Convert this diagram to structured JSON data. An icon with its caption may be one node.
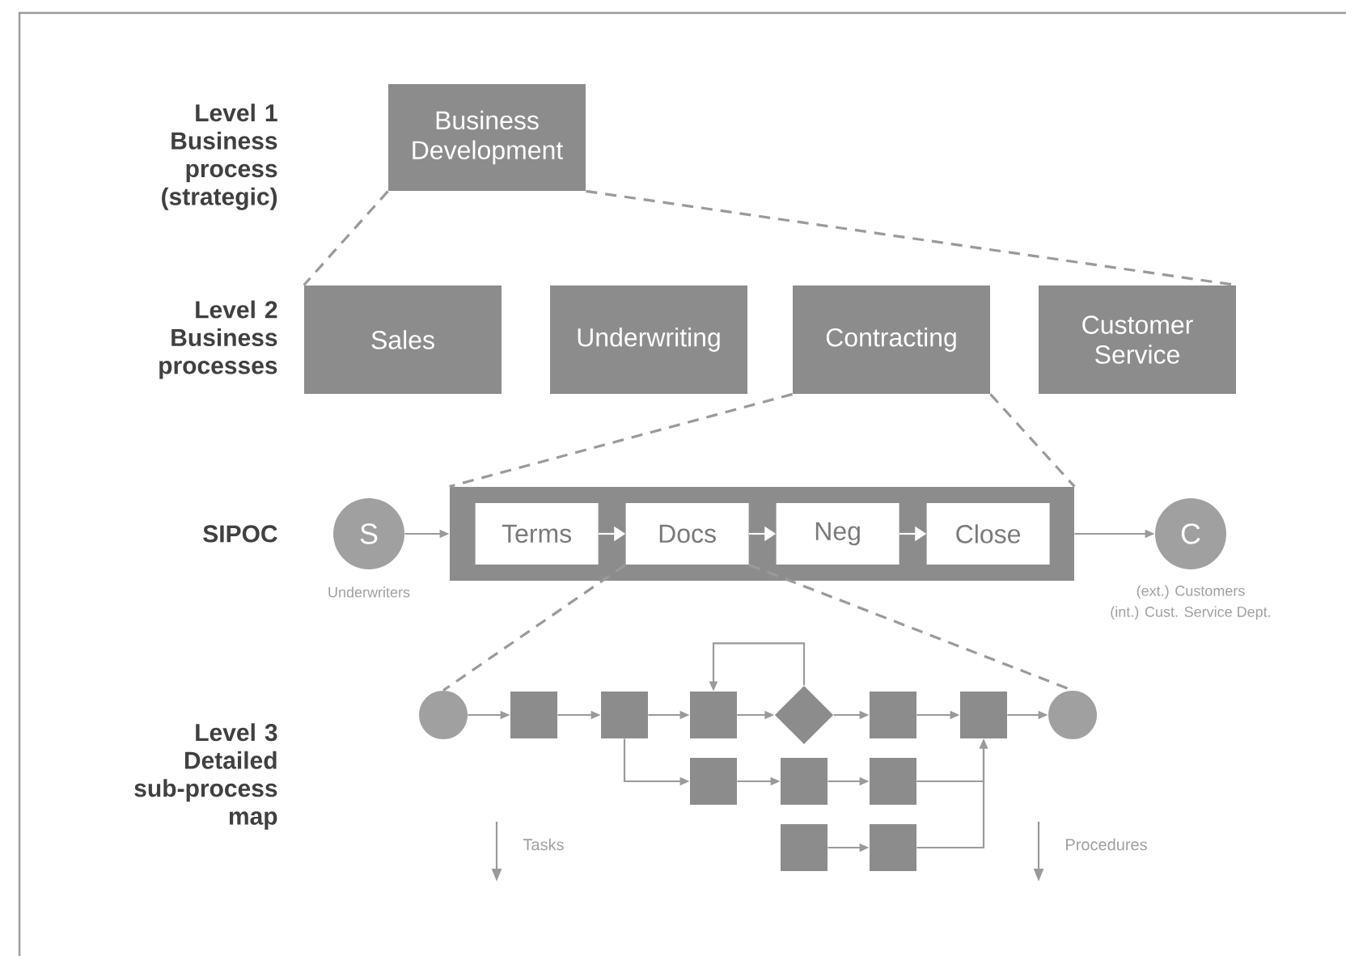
{
  "diagram": {
    "nodes": [
      {
        "text": [
          "Business Development"
        ]
      },
      {
        "text": [
          "Sales"
        ]
      },
      {
        "text": [
          "Underwriting"
        ]
      },
      {
        "text": [
          "Contracting"
        ]
      },
      {
        "text": [
          "Customer Service"
        ]
      },
      {
        "text": [
          "S"
        ],
        "beside": [
          "Underwriters"
        ]
      },
      {
        "text": [],
        "shape": "box"
      },
      {
        "text": [
          "Terms"
        ],
        "in": 6
      },
      {
        "text": [
          "Docs"
        ],
        "in": 6
      },
      {
        "text": [
          "Neg"
        ],
        "in": 6
      },
      {
        "text": [
          "Close"
        ],
        "in": 6
      },
      {
        "text": [
          "C"
        ],
        "beside": [
          "(ext.) Customers",
          "(int.) Cust. Service Dept."
        ]
      },
      {
        "text": [],
        "shape": "circle"
      },
      {
        "text": [],
        "shape": "box"
      },
      {
        "text": [],
        "shape": "box"
      },
      {
        "text": [],
        "shape": "box"
      },
      {
        "text": [],
        "shape": "diamond"
      },
      {
        "text": [],
        "shape": "box"
      },
      {
        "text": [],
        "shape": "box"
      },
      {
        "text": [],
        "shape": "circle"
      },
      {
        "text": [],
        "shape": "box"
      },
      {
        "text": [],
        "shape": "box"
      },
      {
        "text": [],
        "shape": "box"
      },
      {
        "text": [],
        "shape": "box"
      },
      {
        "text": [],
        "shape": "box"
      }
    ],
    "edges": [
      {
        "from": 0,
        "to": 1,
        "arrow": "none",
        "style": "dashed"
      },
      {
        "from": 0,
        "to": 4,
        "arrow": "none",
        "style": "dashed"
      },
      {
        "from": 3,
        "to": 6,
        "arrow": "none",
        "style": "dashed"
      },
      {
        "from": 3,
        "to": 6,
        "arrow": "none",
        "style": "dashed"
      },
      {
        "from": 5,
        "to": 6,
        "arrow": "to"
      },
      {
        "from": 7,
        "to": 8,
        "arrow": "to",
        "color": "#ffffff"
      },
      {
        "from": 8,
        "to": 9,
        "arrow": "to",
        "color": "#ffffff"
      },
      {
        "from": 9,
        "to": 10,
        "arrow": "to",
        "color": "#ffffff"
      },
      {
        "from": 6,
        "to": 11,
        "arrow": "to"
      },
      {
        "from": 8,
        "to": 12,
        "arrow": "none",
        "style": "dashed"
      },
      {
        "from": 8,
        "to": 19,
        "arrow": "none",
        "style": "dashed"
      },
      {
        "from": 12,
        "to": 13,
        "arrow": "to"
      },
      {
        "from": 13,
        "to": 14,
        "arrow": "to"
      },
      {
        "from": 14,
        "to": 15,
        "arrow": "to"
      },
      {
        "from": 15,
        "to": 16,
        "arrow": "to"
      },
      {
        "from": 16,
        "to": 17,
        "arrow": "to"
      },
      {
        "from": 17,
        "to": 18,
        "arrow": "to"
      },
      {
        "from": 18,
        "to": 19,
        "arrow": "to"
      },
      {
        "from": 16,
        "to": 15,
        "arrow": "to"
      },
      {
        "from": 14,
        "to": 20,
        "arrow": "to"
      },
      {
        "from": 20,
        "to": 21,
        "arrow": "to"
      },
      {
        "from": 21,
        "to": 22,
        "arrow": "to"
      },
      {
        "from": 22,
        "to": 18,
        "arrow": "to"
      },
      {
        "from": 23,
        "to": 24,
        "arrow": "to"
      },
      {
        "from": 24,
        "to": 18,
        "arrow": "to"
      }
    ],
    "labels": [
      "Level 1 Business process (strategic)",
      "Level 2 Business processes",
      "SIPOC",
      "Level 3 Detailed sub-process map",
      "Tasks",
      "Procedures"
    ]
  }
}
